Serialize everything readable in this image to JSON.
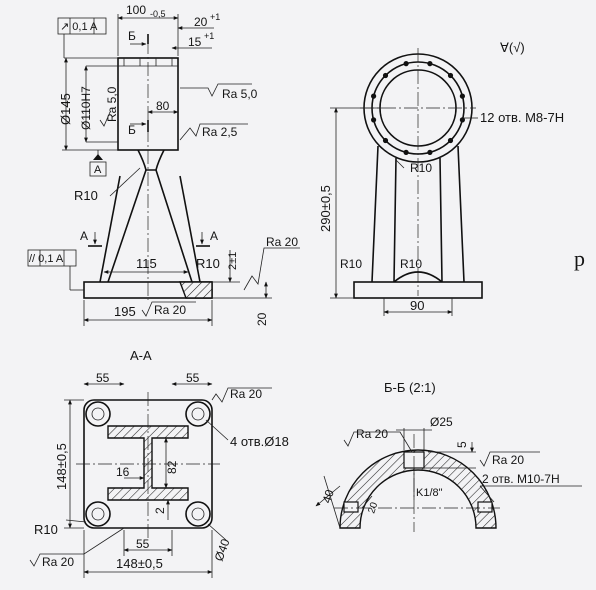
{
  "front": {
    "tol_frame_top": "↗ 0,1 A",
    "dim_100": "100",
    "dim_100_tol": "-0,5",
    "dim_20": "20",
    "dim_20_tol": "+1",
    "dim_15": "15",
    "dim_15_tol": "+1",
    "sect_b": "Б",
    "dia_145": "Ø145",
    "dia_110": "Ø110H7",
    "ra_50_left": "Ra 5,0",
    "ra_50": "Ra 5,0",
    "dim_80": "80",
    "ra_25": "Ra 2,5",
    "datum_a": "A",
    "r10": "R10",
    "sect_a": "A",
    "tol_frame_bottom": "// 0,1 A",
    "dim_115": "115",
    "dim_2": "2±1",
    "ra_20_right": "Ra 20",
    "dim_195": "195",
    "ra_20_base": "Ra 20",
    "dim_20_h": "20"
  },
  "side": {
    "roughness_mark": "∀(√)",
    "holes_m8": "12 отв. M8-7H",
    "r10_top": "R10",
    "dim_290": "290±0,5",
    "r10_left": "R10",
    "r10_mid": "R10",
    "dim_90": "90"
  },
  "section_aa": {
    "title": "A-A",
    "dim_55_left": "55",
    "dim_55_right": "55",
    "ra_20_top": "Ra 20",
    "holes_18": "4 отв.Ø18",
    "dim_148_v": "148±0,5",
    "dim_16": "16",
    "dim_82": "82",
    "dim_2": "2",
    "r10": "R10",
    "dim_55_bottom": "55",
    "ra_20_bottom": "Ra 20",
    "dim_148_h": "148±0,5",
    "dia_40": "Ø40"
  },
  "section_bb": {
    "title": "Б-Б (2:1)",
    "ra_20_left": "Ra 20",
    "dia_25": "Ø25",
    "dim_5": "5",
    "ra_20_right": "Ra 20",
    "holes_m10": "2 отв. M10-7H",
    "dim_40": "40",
    "dim_20": "20",
    "thread_k": "K1/8\""
  },
  "margin_letter": "p"
}
